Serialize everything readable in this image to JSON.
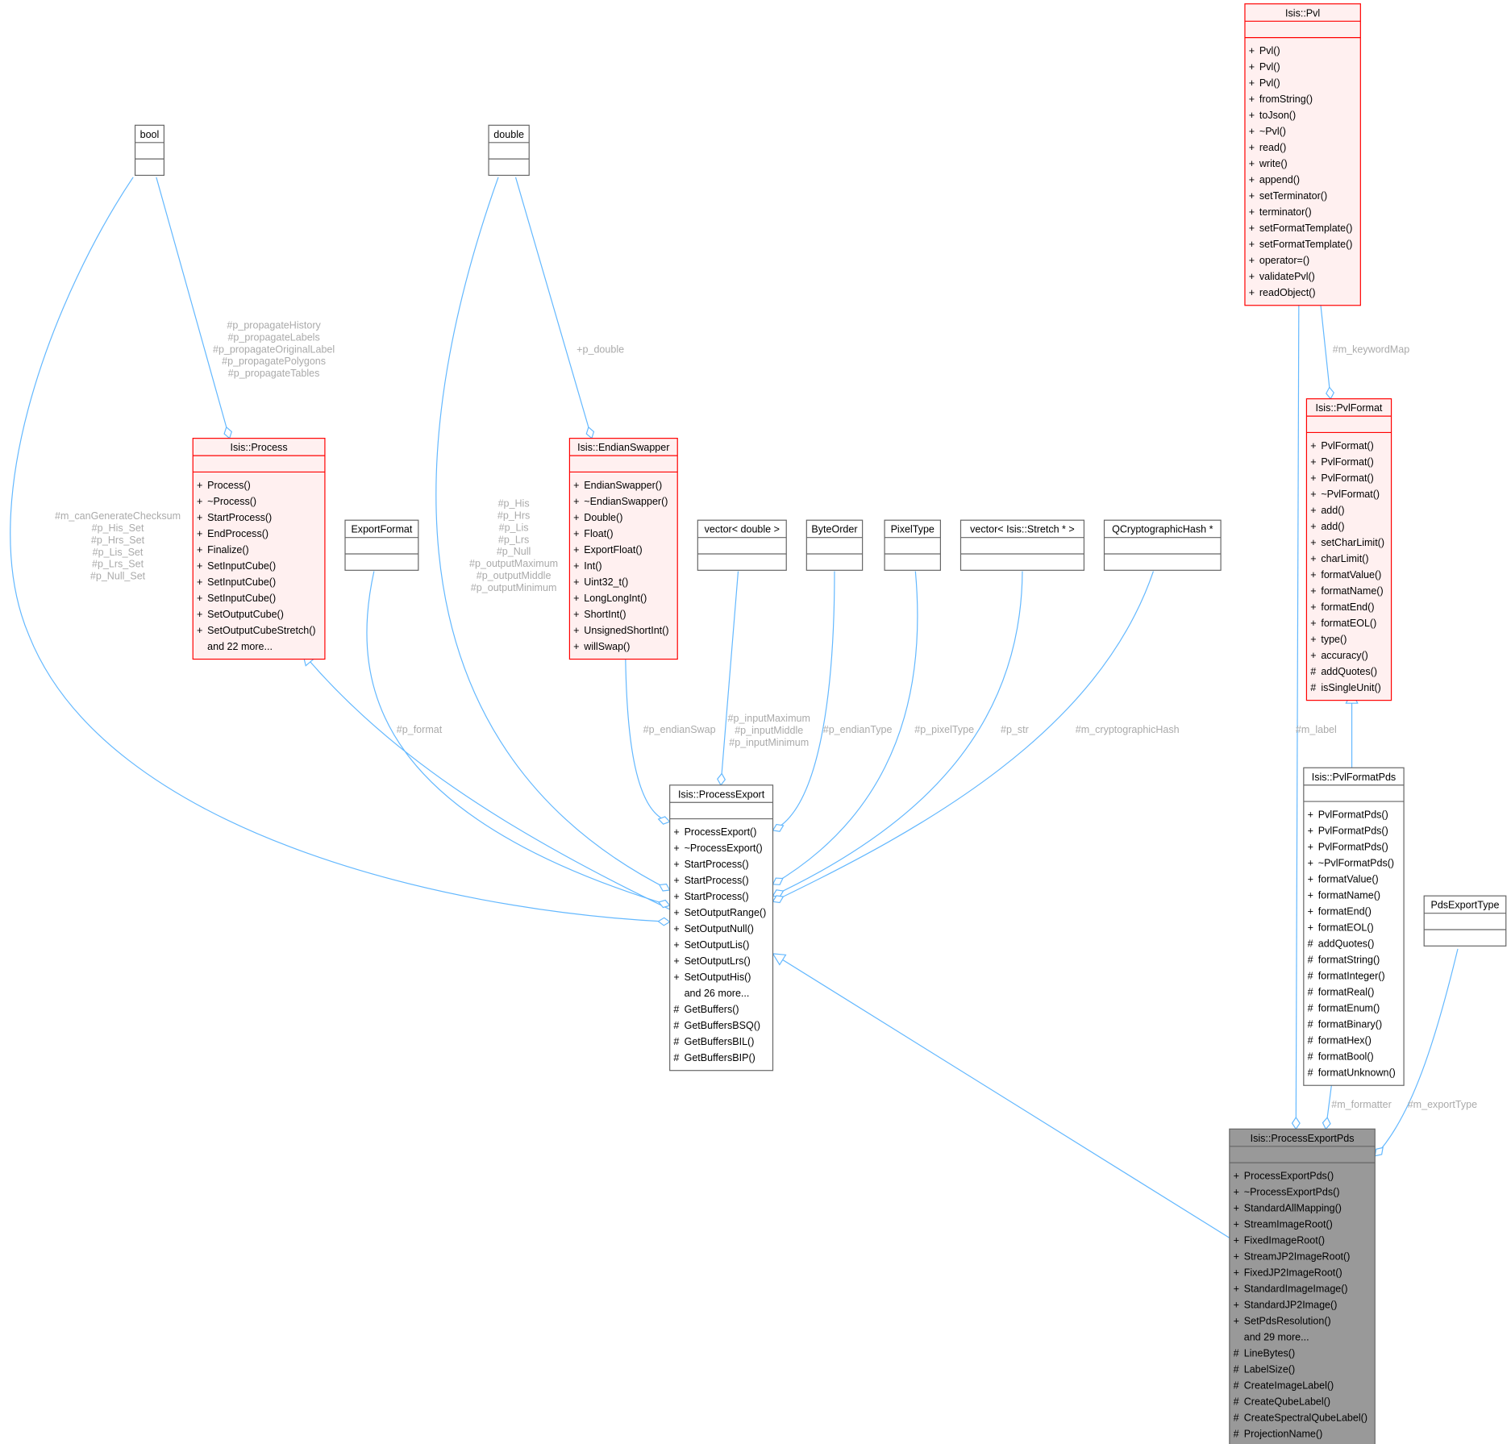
{
  "colors": {
    "edge": "#63b8ff",
    "label": "#aaaaaa",
    "highlight_border": "#ff0000",
    "highlight_fill": "#fff0f0",
    "normal_border": "#666666",
    "focus_fill": "#999999"
  },
  "classes": [
    {
      "id": "bool",
      "name": "bool",
      "style": "normal",
      "methods": []
    },
    {
      "id": "double",
      "name": "double",
      "style": "normal",
      "methods": []
    },
    {
      "id": "pvl",
      "name": "Isis::Pvl",
      "style": "highlight",
      "methods": [
        [
          "+",
          "Pvl()"
        ],
        [
          "+",
          "Pvl()"
        ],
        [
          "+",
          "Pvl()"
        ],
        [
          "+",
          "fromString()"
        ],
        [
          "+",
          "toJson()"
        ],
        [
          "+",
          "~Pvl()"
        ],
        [
          "+",
          "read()"
        ],
        [
          "+",
          "write()"
        ],
        [
          "+",
          "append()"
        ],
        [
          "+",
          "setTerminator()"
        ],
        [
          "+",
          "terminator()"
        ],
        [
          "+",
          "setFormatTemplate()"
        ],
        [
          "+",
          "setFormatTemplate()"
        ],
        [
          "+",
          "operator=()"
        ],
        [
          "+",
          "validatePvl()"
        ],
        [
          "+",
          "readObject()"
        ]
      ]
    },
    {
      "id": "process",
      "name": "Isis::Process",
      "style": "highlight",
      "methods": [
        [
          "+",
          "Process()"
        ],
        [
          "+",
          "~Process()"
        ],
        [
          "+",
          "StartProcess()"
        ],
        [
          "+",
          "EndProcess()"
        ],
        [
          "+",
          "Finalize()"
        ],
        [
          "+",
          "SetInputCube()"
        ],
        [
          "+",
          "SetInputCube()"
        ],
        [
          "+",
          "SetInputCube()"
        ],
        [
          "+",
          "SetOutputCube()"
        ],
        [
          "+",
          "SetOutputCubeStretch()"
        ],
        [
          "",
          "and 22 more..."
        ]
      ]
    },
    {
      "id": "exportformat",
      "name": "ExportFormat",
      "style": "normal",
      "methods": []
    },
    {
      "id": "endianswapper",
      "name": "Isis::EndianSwapper",
      "style": "highlight",
      "methods": [
        [
          "+",
          "EndianSwapper()"
        ],
        [
          "+",
          "~EndianSwapper()"
        ],
        [
          "+",
          "Double()"
        ],
        [
          "+",
          "Float()"
        ],
        [
          "+",
          "ExportFloat()"
        ],
        [
          "+",
          "Int()"
        ],
        [
          "+",
          "Uint32_t()"
        ],
        [
          "+",
          "LongLongInt()"
        ],
        [
          "+",
          "ShortInt()"
        ],
        [
          "+",
          "UnsignedShortInt()"
        ],
        [
          "+",
          "willSwap()"
        ]
      ]
    },
    {
      "id": "vectordouble",
      "name": "vector< double >",
      "style": "normal",
      "methods": []
    },
    {
      "id": "byteorder",
      "name": "ByteOrder",
      "style": "normal",
      "methods": []
    },
    {
      "id": "pixeltype",
      "name": "PixelType",
      "style": "normal",
      "methods": []
    },
    {
      "id": "vectorstretch",
      "name": "vector< Isis::Stretch * >",
      "style": "normal",
      "methods": []
    },
    {
      "id": "qcrypto",
      "name": "QCryptographicHash *",
      "style": "normal",
      "methods": []
    },
    {
      "id": "pvlformat",
      "name": "Isis::PvlFormat",
      "style": "highlight",
      "methods": [
        [
          "+",
          "PvlFormat()"
        ],
        [
          "+",
          "PvlFormat()"
        ],
        [
          "+",
          "PvlFormat()"
        ],
        [
          "+",
          "~PvlFormat()"
        ],
        [
          "+",
          "add()"
        ],
        [
          "+",
          "add()"
        ],
        [
          "+",
          "setCharLimit()"
        ],
        [
          "+",
          "charLimit()"
        ],
        [
          "+",
          "formatValue()"
        ],
        [
          "+",
          "formatName()"
        ],
        [
          "+",
          "formatEnd()"
        ],
        [
          "+",
          "formatEOL()"
        ],
        [
          "+",
          "type()"
        ],
        [
          "+",
          "accuracy()"
        ],
        [
          "#",
          "addQuotes()"
        ],
        [
          "#",
          "isSingleUnit()"
        ]
      ]
    },
    {
      "id": "pvlformatpds",
      "name": "Isis::PvlFormatPds",
      "style": "normal",
      "methods": [
        [
          "+",
          "PvlFormatPds()"
        ],
        [
          "+",
          "PvlFormatPds()"
        ],
        [
          "+",
          "PvlFormatPds()"
        ],
        [
          "+",
          "~PvlFormatPds()"
        ],
        [
          "+",
          "formatValue()"
        ],
        [
          "+",
          "formatName()"
        ],
        [
          "+",
          "formatEnd()"
        ],
        [
          "+",
          "formatEOL()"
        ],
        [
          "#",
          "addQuotes()"
        ],
        [
          "#",
          "formatString()"
        ],
        [
          "#",
          "formatInteger()"
        ],
        [
          "#",
          "formatReal()"
        ],
        [
          "#",
          "formatEnum()"
        ],
        [
          "#",
          "formatBinary()"
        ],
        [
          "#",
          "formatHex()"
        ],
        [
          "#",
          "formatBool()"
        ],
        [
          "#",
          "formatUnknown()"
        ]
      ]
    },
    {
      "id": "pdsexporttype",
      "name": "PdsExportType",
      "style": "normal",
      "methods": []
    },
    {
      "id": "processexport",
      "name": "Isis::ProcessExport",
      "style": "normal",
      "methods": [
        [
          "+",
          "ProcessExport()"
        ],
        [
          "+",
          "~ProcessExport()"
        ],
        [
          "+",
          "StartProcess()"
        ],
        [
          "+",
          "StartProcess()"
        ],
        [
          "+",
          "StartProcess()"
        ],
        [
          "+",
          "SetOutputRange()"
        ],
        [
          "+",
          "SetOutputNull()"
        ],
        [
          "+",
          "SetOutputLis()"
        ],
        [
          "+",
          "SetOutputLrs()"
        ],
        [
          "+",
          "SetOutputHis()"
        ],
        [
          "",
          "and 26 more..."
        ],
        [
          "#",
          "GetBuffers()"
        ],
        [
          "#",
          "GetBuffersBSQ()"
        ],
        [
          "#",
          "GetBuffersBIL()"
        ],
        [
          "#",
          "GetBuffersBIP()"
        ]
      ]
    },
    {
      "id": "processexportpds",
      "name": "Isis::ProcessExportPds",
      "style": "focus",
      "methods": [
        [
          "+",
          "ProcessExportPds()"
        ],
        [
          "+",
          "~ProcessExportPds()"
        ],
        [
          "+",
          "StandardAllMapping()"
        ],
        [
          "+",
          "StreamImageRoot()"
        ],
        [
          "+",
          "FixedImageRoot()"
        ],
        [
          "+",
          "StreamJP2ImageRoot()"
        ],
        [
          "+",
          "FixedJP2ImageRoot()"
        ],
        [
          "+",
          "StandardImageImage()"
        ],
        [
          "+",
          "StandardJP2Image()"
        ],
        [
          "+",
          "SetPdsResolution()"
        ],
        [
          "",
          "and 29 more..."
        ],
        [
          "#",
          "LineBytes()"
        ],
        [
          "#",
          "LabelSize()"
        ],
        [
          "#",
          "CreateImageLabel()"
        ],
        [
          "#",
          "CreateQubeLabel()"
        ],
        [
          "#",
          "CreateSpectralQubeLabel()"
        ],
        [
          "#",
          "ProjectionName()"
        ]
      ]
    }
  ],
  "edges": {
    "bool_processexport": [
      "#m_canGenerateChecksum",
      "#p_His_Set",
      "#p_Hrs_Set",
      "#p_Lis_Set",
      "#p_Lrs_Set",
      "#p_Null_Set"
    ],
    "bool_process": [
      "#p_propagateHistory",
      "#p_propagateLabels",
      "#p_propagateOriginalLabel",
      "#p_propagatePolygons",
      "#p_propagateTables"
    ],
    "double_processexport": [
      "#p_His",
      "#p_Hrs",
      "#p_Lis",
      "#p_Lrs",
      "#p_Null",
      "#p_outputMaximum",
      "#p_outputMiddle",
      "#p_outputMinimum"
    ],
    "double_endianswapper": [
      "+p_double"
    ],
    "exportformat_processexport": [
      "#p_format"
    ],
    "endianswapper_processexport": [
      "#p_endianSwap"
    ],
    "vectordouble_processexport": [
      "#p_inputMaximum",
      "#p_inputMiddle",
      "#p_inputMinimum"
    ],
    "byteorder_processexport": [
      "#p_endianType"
    ],
    "pixeltype_processexport": [
      "#p_pixelType"
    ],
    "vectorstretch_processexport": [
      "#p_str"
    ],
    "qcrypto_processexport": [
      "#m_cryptographicHash"
    ],
    "pvl_processexportpds": [
      "#m_label"
    ],
    "pvl_pvlformat": [
      "#m_keywordMap"
    ],
    "pvlformatpds_processexportpds": [
      "#m_formatter"
    ],
    "pdsexporttype_processexportpds": [
      "#m_exportType"
    ]
  }
}
